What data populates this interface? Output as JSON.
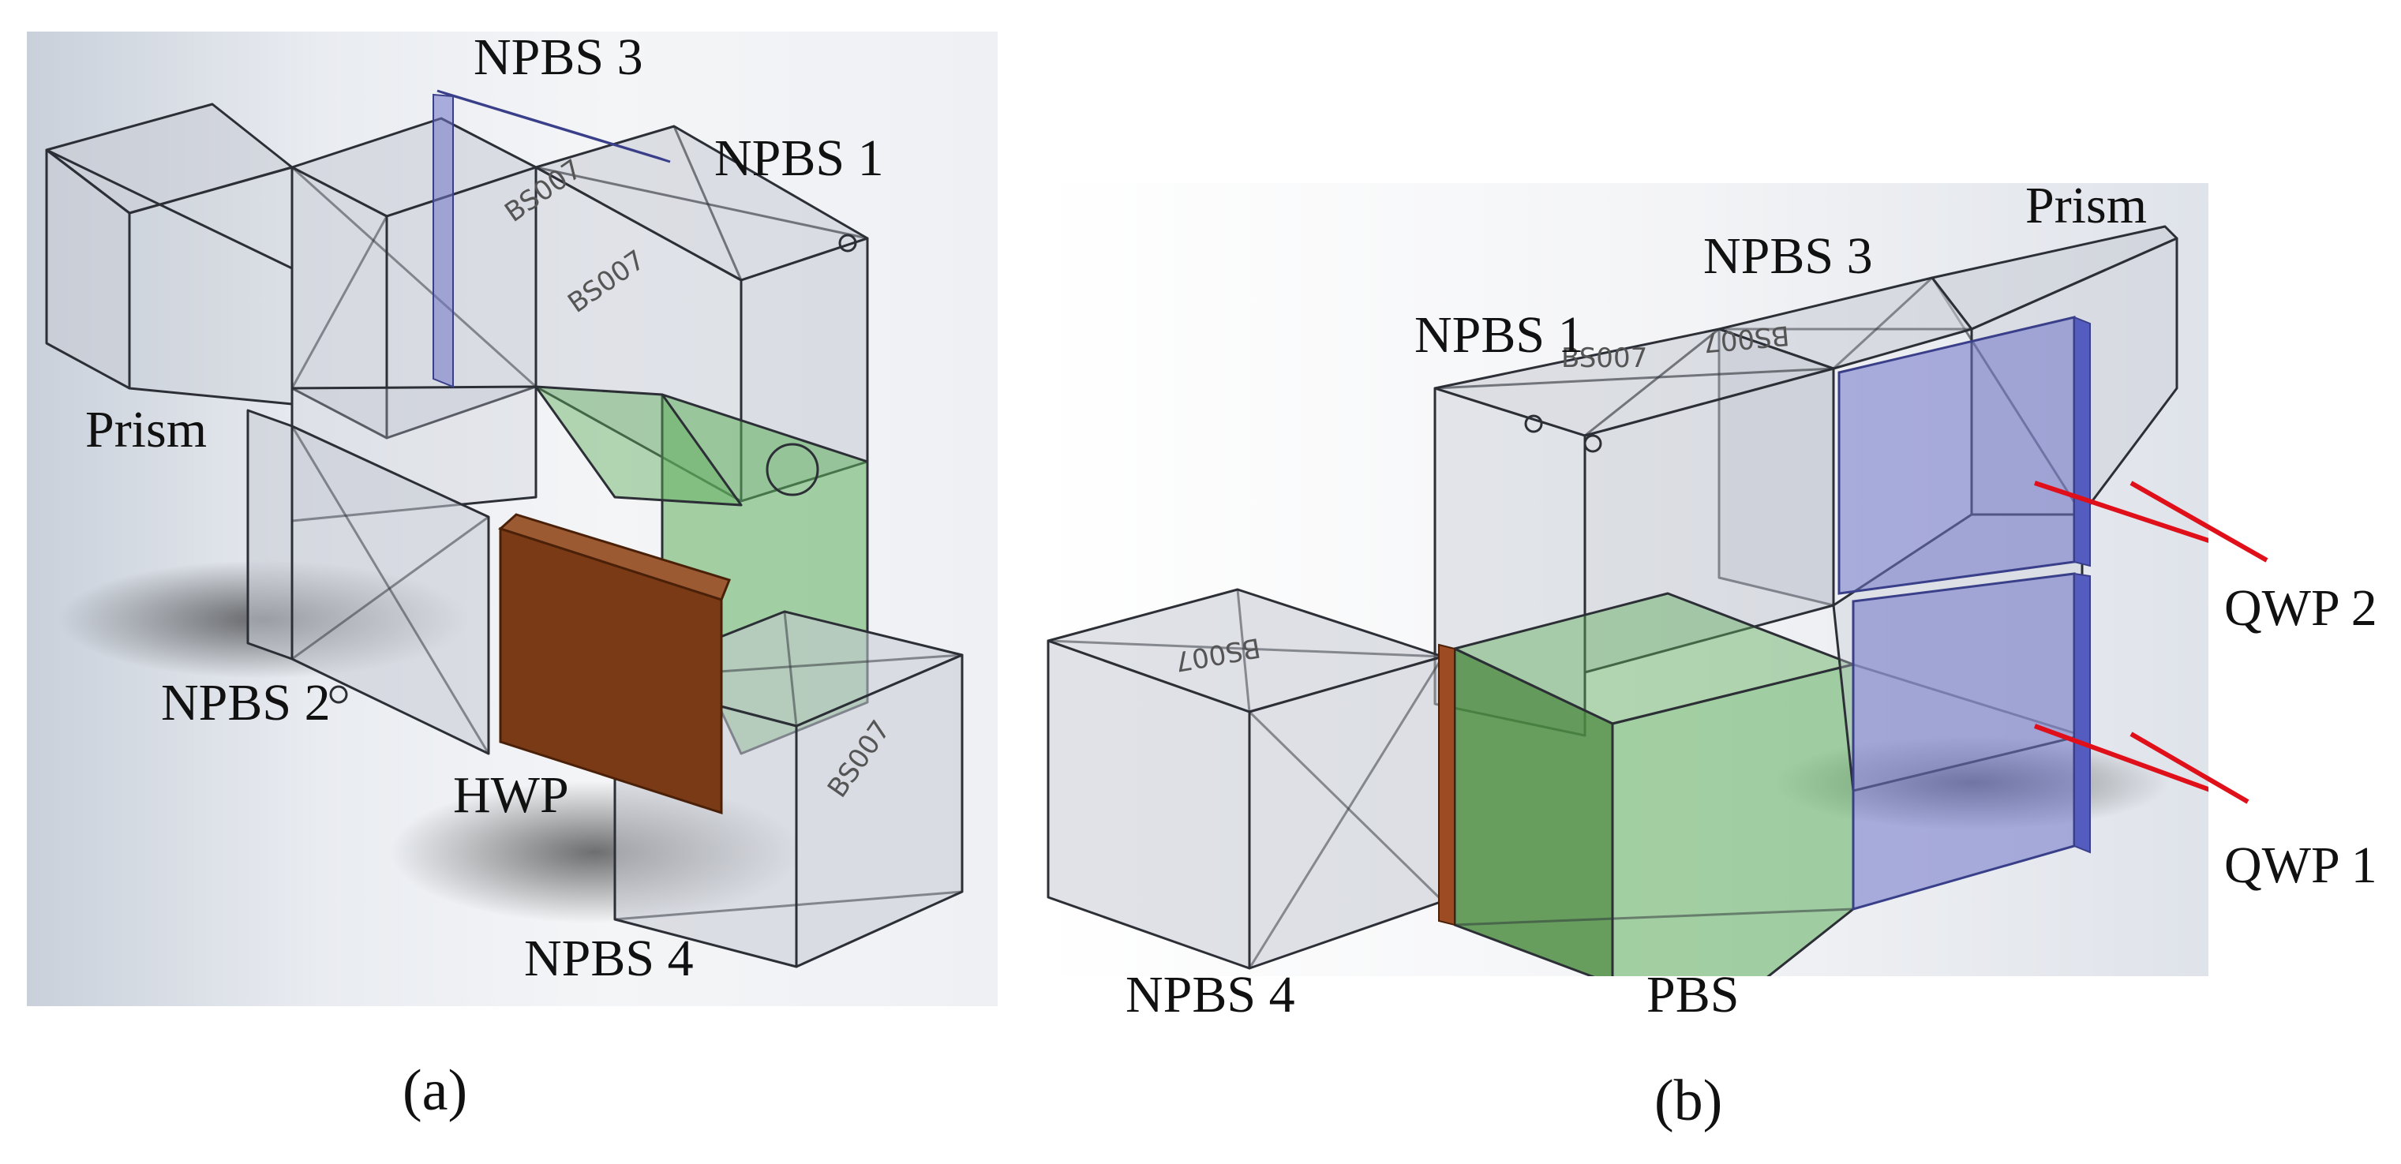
{
  "panel_a": {
    "labels": {
      "npbs3": "NPBS 3",
      "npbs1": "NPBS 1",
      "prism": "Prism",
      "npbs2": "NPBS 2",
      "hwp": "HWP",
      "npbs4": "NPBS 4"
    },
    "caption": "(a)",
    "engravings": [
      "BS007",
      "BS007",
      "BS007"
    ]
  },
  "panel_b": {
    "labels": {
      "prism": "Prism",
      "npbs3": "NPBS 3",
      "npbs1": "NPBS 1",
      "qwp2": "QWP 2",
      "qwp1": "QWP 1",
      "npbs4": "NPBS 4",
      "pbs": "PBS"
    },
    "caption": "(b)",
    "engravings": [
      "BS007",
      "BS007",
      "BS007"
    ]
  },
  "colors": {
    "glass": "#c7cbd4",
    "glass_edge": "#2c2f36",
    "waveplate_blue": "#6f75c8",
    "hwp_brown": "#7b3a16",
    "pbs_green": "#5fae5c",
    "pointer_red": "#e0101a"
  }
}
